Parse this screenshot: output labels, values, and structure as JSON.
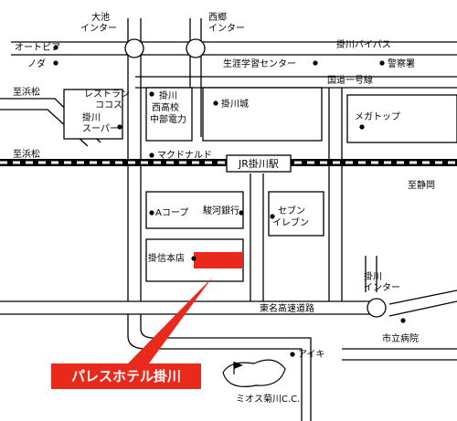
{
  "map": {
    "interchanges": {
      "oike": "大池\nインター",
      "nishigo": "西郷\nインター",
      "kakegawa": "掛川\nインター"
    },
    "roads": {
      "bypass": "掛川バイパス",
      "route1": "国道一号線",
      "tomei": "東名高速道路"
    },
    "directions": {
      "hamamatsu_upper": "至浜松",
      "hamamatsu_lower": "至浜松",
      "shizuoka": "至静岡"
    },
    "landmarks": {
      "autopia": "オートピア",
      "noda": "ノダ",
      "shogai": "生涯学習センター",
      "police": "警察署",
      "restaurant": "レストラン\nココス",
      "super": "掛川\nスーパー",
      "school": "掛川\n西高校",
      "chubu": "中部電力",
      "castle": "掛川城",
      "megatop": "メガトップ",
      "mcd": "マクドナルド",
      "acoop": "Aコープ",
      "surugabank": "駿河銀行",
      "seven": "セブン\nイレブン",
      "shinkin": "掛信本店",
      "hospital": "市立病院",
      "aiki": "アイキ",
      "golf": "ミオス菊川C.C."
    },
    "station": "JR掛川駅",
    "hotel": "パレスホテル掛川",
    "colors": {
      "hotel": "#e8291c",
      "line": "#000000",
      "background": "#ffffff"
    }
  }
}
